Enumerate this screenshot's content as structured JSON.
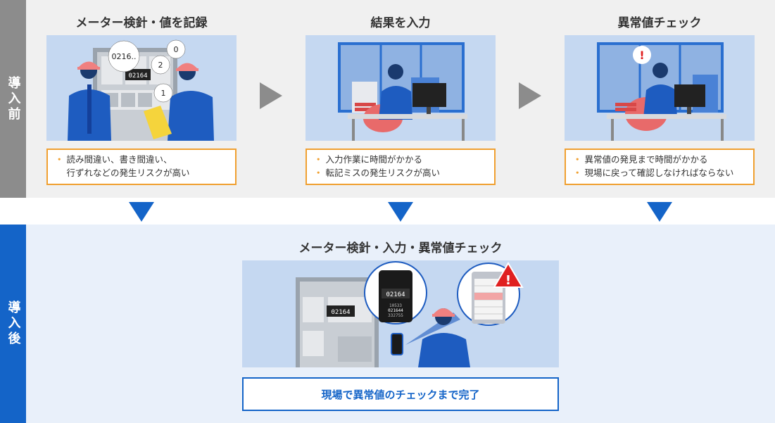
{
  "before": {
    "label": "導入前",
    "steps": [
      {
        "title": "メーター検針・値を記録",
        "issues": [
          "読み間違い、書き間違い、",
          "行ずれなどの発生リスクが高い"
        ],
        "bubbles": [
          "0216..",
          "0",
          "2",
          "1"
        ],
        "meter_reading": "02164"
      },
      {
        "title": "結果を入力",
        "issues": [
          "入力作業に時間がかかる",
          "転記ミスの発生リスクが高い"
        ]
      },
      {
        "title": "異常値チェック",
        "issues": [
          "異常値の発見まで時間がかかる",
          "現場に戻って確認しなければならない"
        ],
        "alert_mark": "!"
      }
    ]
  },
  "after": {
    "label": "導入後",
    "title": "メーター検針・入力・異常値チェック",
    "phone_reading": "02164",
    "meter_reading": "02164",
    "phone_rows": [
      "10533",
      "021644",
      "332755"
    ],
    "result": "現場で異常値のチェックまで完了"
  },
  "colors": {
    "accent_blue": "#1464c8",
    "issue_orange": "#f0a030",
    "gray": "#8c8c8c"
  }
}
